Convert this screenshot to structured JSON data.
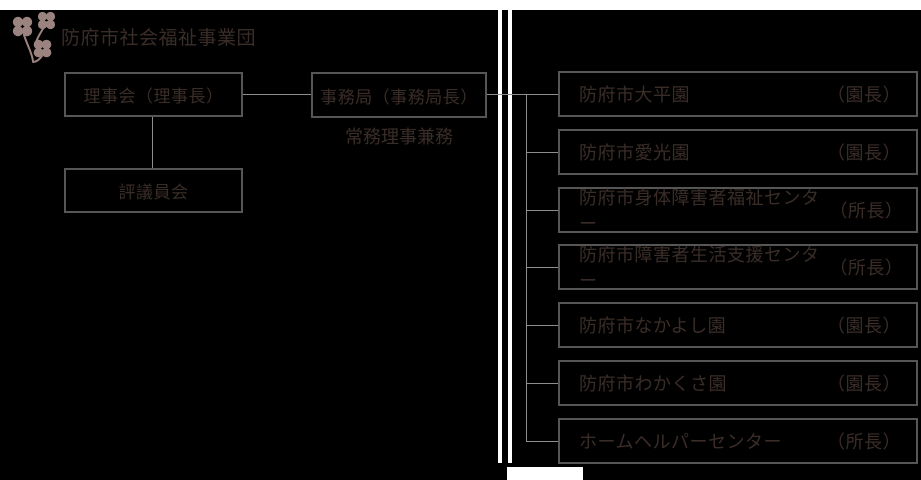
{
  "header": {
    "title": "防府市社会福祉事業団"
  },
  "org": {
    "board": "理事会（理事長）",
    "council": "評議員会",
    "secretariat": "事務局（事務局長）",
    "secretariat_note": "常務理事兼務"
  },
  "facilities": [
    {
      "name": "防府市大平園",
      "role": "（園長）"
    },
    {
      "name": "防府市愛光園",
      "role": "（園長）"
    },
    {
      "name": "防府市身体障害者福祉センター",
      "role": "（所長）"
    },
    {
      "name": "防府市障害者生活支援センター",
      "role": "（所長）"
    },
    {
      "name": "防府市なかよし園",
      "role": "（園長）"
    },
    {
      "name": "防府市わかくさ園",
      "role": "（園長）"
    },
    {
      "name": "ホームヘルパーセンター",
      "role": "（所長）"
    }
  ],
  "icons": {
    "logo": "clover-icon"
  },
  "colors": {
    "background": "#000000",
    "panel_white": "#ffffff",
    "text": "#3a2d28",
    "box_border": "#565656",
    "connector_line": "#8e8e8e",
    "clover": "#9b8380"
  }
}
